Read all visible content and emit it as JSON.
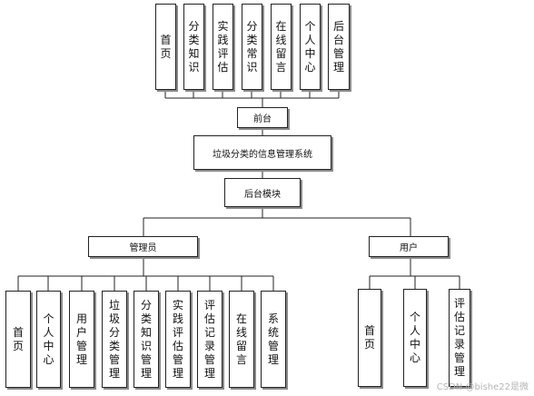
{
  "diagram": {
    "front_modules": [
      "首页",
      "分类知识",
      "实践评估",
      "分类常识",
      "在线留言",
      "个人中心",
      "后台管理"
    ],
    "front": "前台",
    "system": "垃圾分类的信息管理系统",
    "backend": "后台模块",
    "admin": "管理员",
    "user": "用户",
    "admin_modules": [
      "首页",
      "个人中心",
      "用户管理",
      "垃圾分类管理",
      "分类知识管理",
      "实践评估管理",
      "评估记录管理",
      "在线留言",
      "系统管理"
    ],
    "user_modules": [
      "首页",
      "个人中心",
      "评估记录管理"
    ]
  },
  "watermark": "CSDN @bishe22是微"
}
